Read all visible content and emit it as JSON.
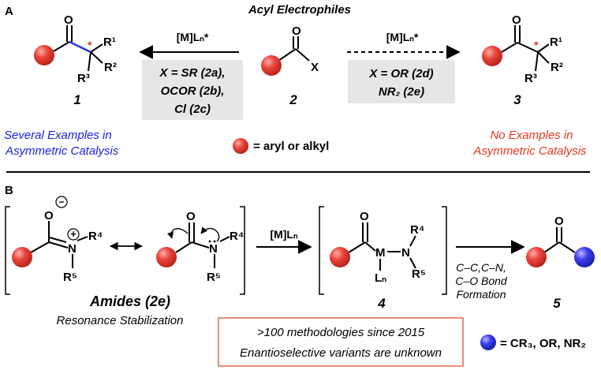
{
  "panel_a": {
    "label": "A",
    "title": "Acyl Electrophiles",
    "left_reagent": "[M]Lₙ*",
    "right_reagent": "[M]Lₙ*",
    "left_conditions": [
      "X = SR (2a),",
      "OCOR (2b),",
      "Cl (2c)"
    ],
    "right_conditions": [
      "X = OR (2d)",
      "NR₂ (2e)"
    ],
    "substrate_x": "X",
    "compound_left": "1",
    "compound_center": "2",
    "compound_right": "3",
    "note_left": [
      "Several Examples in",
      "Asymmetric Catalysis"
    ],
    "note_right": [
      "No Examples in",
      "Asymmetric Catalysis"
    ],
    "legend_red": "= aryl or alkyl",
    "r1": "R¹",
    "r2": "R²",
    "r3": "R³",
    "stereo_mark": "*",
    "o": "O"
  },
  "panel_b": {
    "label": "B",
    "reagent": "[M]Lₙ",
    "amide_label": "Amides (2e)",
    "amide_caption": "Resonance Stabilization",
    "compound_4": "4",
    "compound_5": "5",
    "bond_formation": [
      "C–C,C–N,",
      "C–O Bond",
      "Formation"
    ],
    "box_lines": [
      ">100 methodologies since 2015",
      "Enantioselective variants are unknown"
    ],
    "legend_blue": "= CR₃, OR, NR₂",
    "r4": "R⁴",
    "r5": "R⁵",
    "n": "N",
    "m": "M",
    "ln": "Lₙ",
    "o_minus": "O",
    "minus": "−",
    "plus": "+"
  },
  "colors": {
    "aryl_alkyl_sphere": "#e8453c",
    "substituent_sphere": "#3a3ee8",
    "blue_text": "#1a22e0",
    "red_text": "#e23a1e",
    "box_border": "#e06a50",
    "condition_bg": "#e6e6e6"
  }
}
